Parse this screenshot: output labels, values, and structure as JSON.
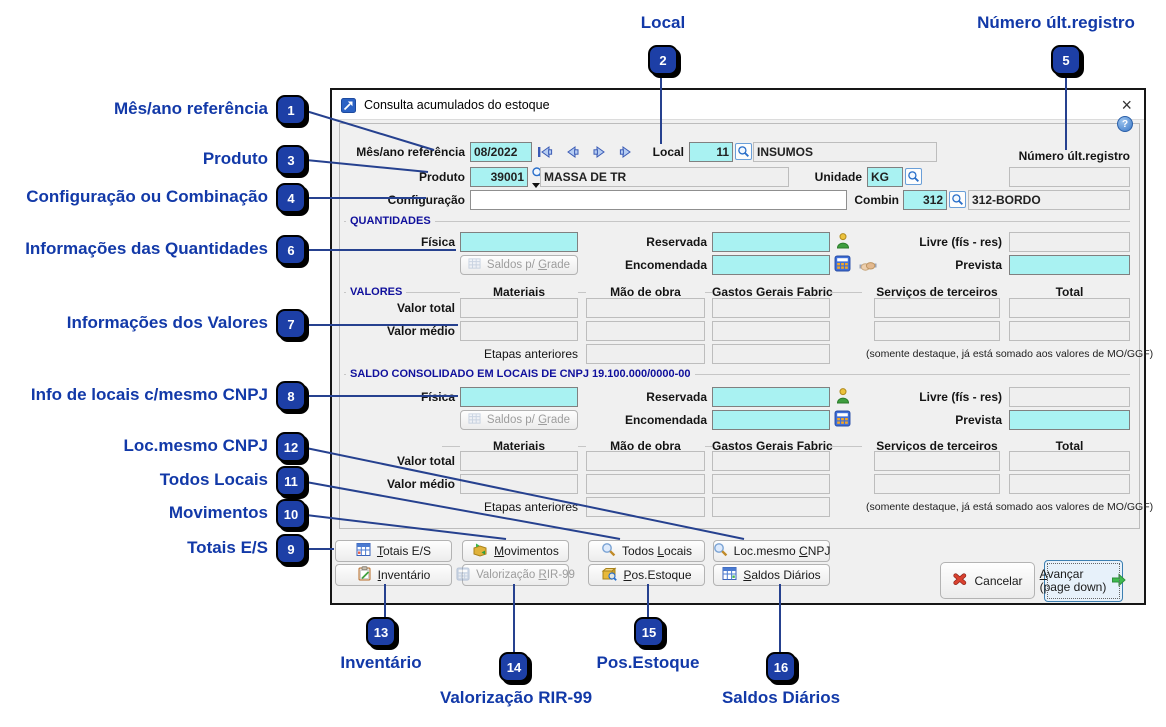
{
  "annotations": {
    "top": [
      {
        "num": "2",
        "label": "Local"
      },
      {
        "num": "5",
        "label": "Número últ.registro"
      }
    ],
    "left": [
      {
        "num": "1",
        "label": "Mês/ano referência"
      },
      {
        "num": "3",
        "label": "Produto"
      },
      {
        "num": "4",
        "label": "Configuração ou Combinação"
      },
      {
        "num": "6",
        "label": "Informações das Quantidades"
      },
      {
        "num": "7",
        "label": "Informações dos Valores"
      },
      {
        "num": "8",
        "label": "Info de locais c/mesmo CNPJ"
      },
      {
        "num": "12",
        "label": "Loc.mesmo CNPJ"
      },
      {
        "num": "11",
        "label": "Todos Locais"
      },
      {
        "num": "10",
        "label": "Movimentos"
      },
      {
        "num": "9",
        "label": "Totais E/S"
      }
    ],
    "bottom": [
      {
        "num": "13",
        "label": "Inventário"
      },
      {
        "num": "14",
        "label": "Valorização RIR-99"
      },
      {
        "num": "15",
        "label": "Pos.Estoque"
      },
      {
        "num": "16",
        "label": "Saldos Diários"
      }
    ]
  },
  "window": {
    "title": "Consulta acumulados do estoque",
    "close_glyph": "×",
    "help_glyph": "?"
  },
  "form": {
    "mes_ano": {
      "label": "Mês/ano referência",
      "value": "08/2022"
    },
    "local": {
      "label": "Local",
      "code": "11",
      "desc": "INSUMOS"
    },
    "num_ult": {
      "label": "Número últ.registro",
      "value": ""
    },
    "produto": {
      "label": "Produto",
      "code": "39001",
      "desc": "MASSA DE TR"
    },
    "unidade": {
      "label": "Unidade",
      "value": "KG"
    },
    "configuracao": {
      "label": "Configuração",
      "value": ""
    },
    "combin": {
      "label": "Combin",
      "code": "312",
      "desc": "312-BORDO"
    }
  },
  "sections": {
    "quantidades": "QUANTIDADES",
    "valores": "VALORES",
    "consolidado": "SALDO CONSOLIDADO EM LOCAIS DE CNPJ 19.100.000/0000-00"
  },
  "qty": {
    "fisica": "Física",
    "saldos_grade": "Saldos p/ Grade",
    "reservada": "Reservada",
    "encomendada": "Encomendada",
    "livre": "Livre (fís - res)",
    "prevista": "Prevista"
  },
  "valores": {
    "columns": [
      "Materiais",
      "Mão de obra",
      "Gastos Gerais Fabric",
      "Serviços de terceiros",
      "Total"
    ],
    "valor_total": "Valor total",
    "valor_medio": "Valor médio",
    "etapas": "Etapas anteriores",
    "note": "(somente destaque, já está somado aos valores de MO/GGF)"
  },
  "buttons": {
    "totais": "Totais E/S",
    "movimentos": "Movimentos",
    "todos_locais": "Todos Locais",
    "loc_mesmo": "Loc.mesmo CNPJ",
    "inventario": "Inventário",
    "valorizacao": "Valorização RIR-99",
    "pos_estoque": "Pos.Estoque",
    "saldos_diarios": "Saldos Diários",
    "cancelar": "Cancelar",
    "avancar": "Avançar",
    "avancar_sub": "(page down)"
  },
  "colors": {
    "field_cyan": "#a9f2f2",
    "annotation_blue": "#1239a8",
    "badge_blue": "#1d3fa6",
    "line_navy": "#26418f",
    "section_navy": "#10109c",
    "dialog_bg": "#f0f0f0"
  }
}
